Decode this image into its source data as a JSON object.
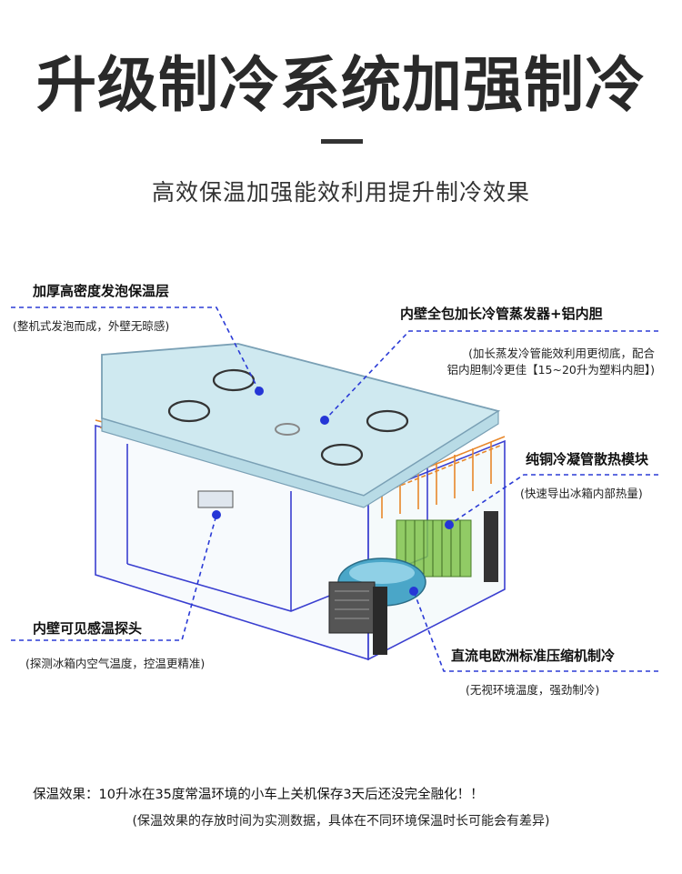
{
  "header": {
    "title": "升级制冷系统加强制冷",
    "subtitle": "高效保温加强能效利用提升制冷效果"
  },
  "callouts": {
    "foam_layer": {
      "label": "加厚高密度发泡保温层",
      "note": "(整机式发泡而成，外壁无晾感)"
    },
    "evaporator": {
      "label": "内壁全包加长冷管蒸发器+铝内胆",
      "note_line1": "(加长蒸发冷管能效利用更彻底，配合",
      "note_line2": "铝内胆制冷更佳【15~20升为塑料内胆】)"
    },
    "condenser": {
      "label": "纯铜冷凝管散热模块",
      "note": "(快速导出冰箱内部热量)"
    },
    "temp_probe": {
      "label": "内壁可见感温探头",
      "note": "(探测冰箱内空气温度，控温更精准)"
    },
    "compressor": {
      "label": "直流电欧洲标准压缩机制冷",
      "note": "(无视环境温度，强劲制冷)"
    }
  },
  "footer": {
    "line1": "保温效果：10升冰在35度常温环境的小车上关机保存3天后还没完全融化！！",
    "line2": "(保温效果的存放时间为实测数据，具体在不同环境保温时长可能会有差异)"
  },
  "colors": {
    "callout_line": "#2b3bd6",
    "dot": "#2536d6",
    "lid_fill": "#cfe9f0",
    "evaporator_orange": "#e8872a",
    "condenser_green": "#7fc24a",
    "compressor_blue": "#4aa6c8",
    "outline": "#3a3fd0"
  }
}
